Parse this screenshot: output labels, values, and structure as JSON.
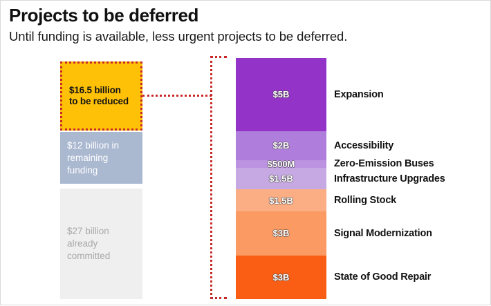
{
  "header": {
    "title": "Projects to be deferred",
    "subtitle": "Until funding is available, less urgent projects to be deferred."
  },
  "funding_column": {
    "blocks": [
      {
        "label": "$16.5 billion\nto be reduced",
        "amount": 16.5,
        "unit": "billion",
        "color": "#FFC107",
        "border_color": "#C62828",
        "highlighted": true
      },
      {
        "label": "$12 billion in\nremaining funding",
        "amount": 12,
        "unit": "billion",
        "color": "#AAB8D0",
        "highlighted": false
      },
      {
        "label": "$27 billion\nalready committed",
        "amount": 27,
        "unit": "billion",
        "color": "#EFEFEF",
        "highlighted": false
      }
    ]
  },
  "connector": {
    "color": "#C62828",
    "style": "dotted"
  },
  "chart_data": {
    "type": "bar",
    "title": "Projects to be deferred",
    "subtitle": "Until funding is available, less urgent projects to be deferred.",
    "orientation": "vertical-stacked",
    "unit": "USD",
    "total": 16.5,
    "total_label": "$16.5 billion to be reduced",
    "xlabel": "",
    "ylabel": "",
    "grid": false,
    "legend": "right-of-bar",
    "categories": [
      "Expansion",
      "Accessibility",
      "Zero-Emission Buses",
      "Infrastructure Upgrades",
      "Rolling Stock",
      "Signal Modernization",
      "State of Good Repair"
    ],
    "values": [
      5,
      2,
      0.5,
      1.5,
      1.5,
      3,
      3
    ],
    "value_labels": [
      "$5B",
      "$2B",
      "$500M",
      "$1.5B",
      "$1.5B",
      "$3B",
      "$3B"
    ],
    "colors": [
      "#9333C8",
      "#AF7DDB",
      "#BC93E0",
      "#C6A8E2",
      "#FBAE84",
      "#FB9A62",
      "#FA5E14"
    ],
    "segments": [
      {
        "label": "Expansion",
        "value": 5,
        "value_label": "$5B",
        "color": "#9333C8"
      },
      {
        "label": "Accessibility",
        "value": 2,
        "value_label": "$2B",
        "color": "#AF7DDB"
      },
      {
        "label": "Zero-Emission Buses",
        "value": 0.5,
        "value_label": "$500M",
        "color": "#BC93E0"
      },
      {
        "label": "Infrastructure Upgrades",
        "value": 1.5,
        "value_label": "$1.5B",
        "color": "#C6A8E2"
      },
      {
        "label": "Rolling Stock",
        "value": 1.5,
        "value_label": "$1.5B",
        "color": "#FBAE84"
      },
      {
        "label": "Signal Modernization",
        "value": 3,
        "value_label": "$3B",
        "color": "#FB9A62"
      },
      {
        "label": "State of Good Repair",
        "value": 3,
        "value_label": "$3B",
        "color": "#FA5E14"
      }
    ]
  }
}
